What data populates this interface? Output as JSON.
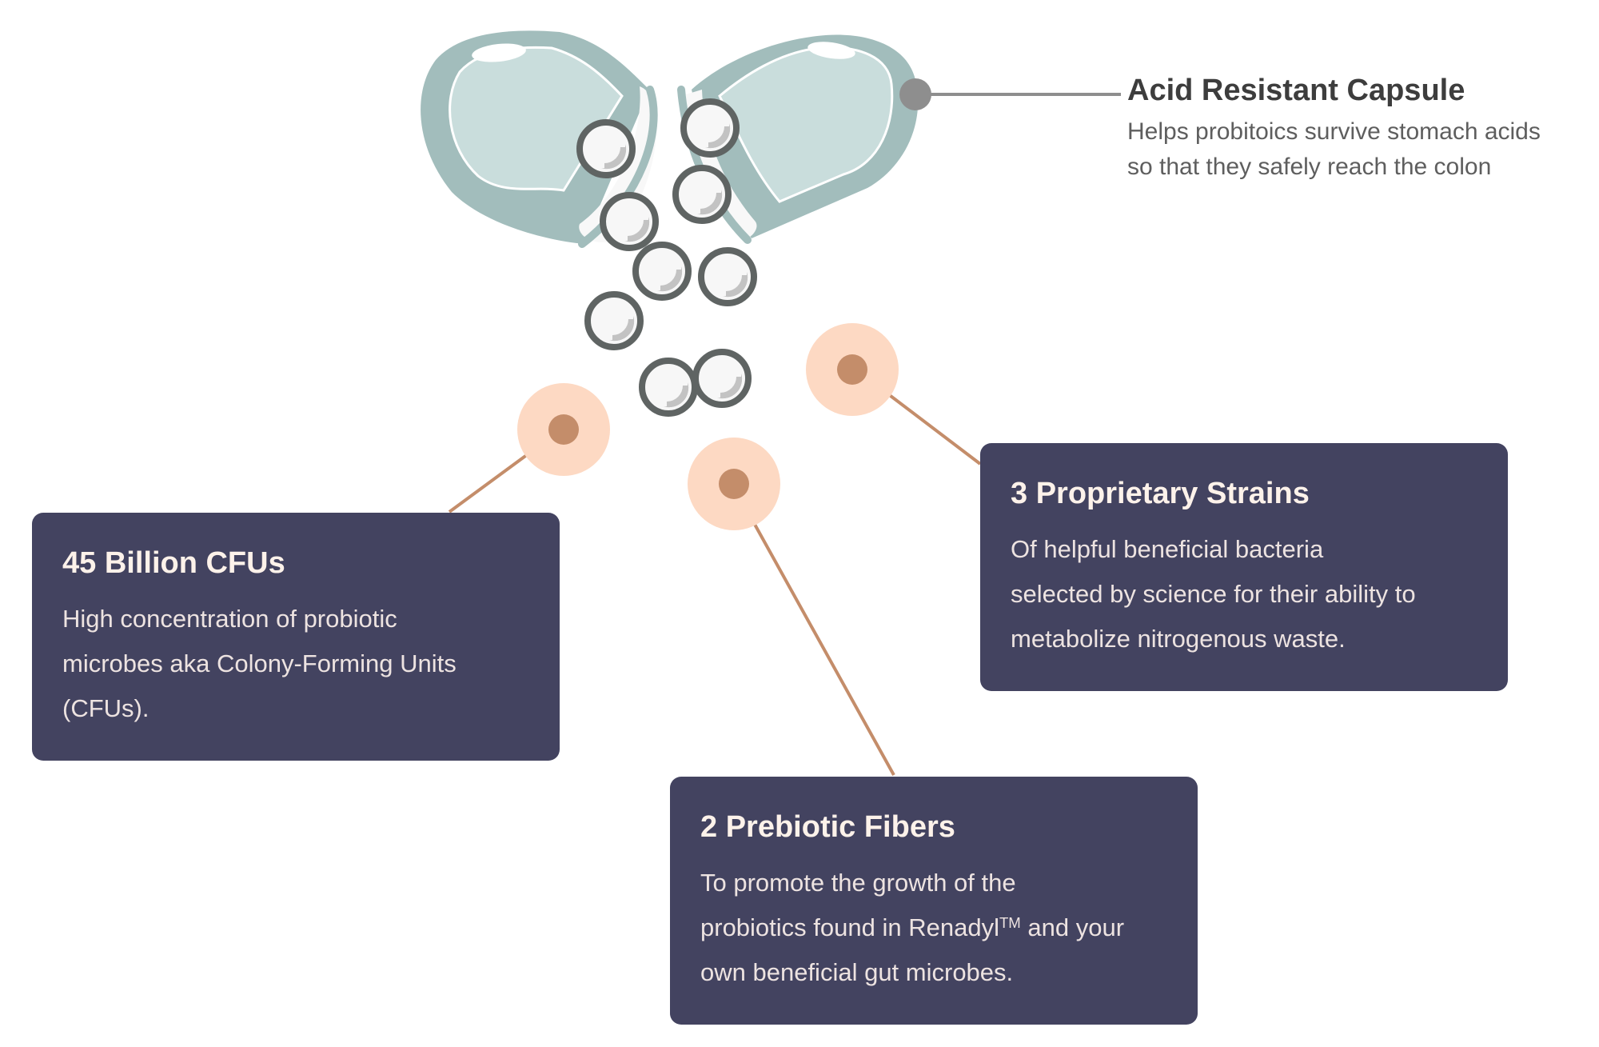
{
  "colors": {
    "card_bg": "#434360",
    "connector": "#c48d6a",
    "dot_ring": "#fdd9c3",
    "dot_core": "#c48d6a",
    "capsule": "#a2bdbc",
    "bead_ring": "#5f6463"
  },
  "capsule_label": {
    "title": "Acid Resistant Capsule",
    "desc_line1": "Helps probitoics survive stomach acids",
    "desc_line2": "so that they safely reach the colon"
  },
  "cards": {
    "cfus": {
      "title": "45 Billion CFUs",
      "desc_line1": "High concentration of probiotic",
      "desc_line2": "microbes aka Colony-Forming Units",
      "desc_line3": "(CFUs)."
    },
    "strains": {
      "title": "3 Proprietary Strains",
      "desc_line1": "Of helpful beneficial bacteria",
      "desc_line2": "selected by science for their ability to",
      "desc_line3": "metabolize nitrogenous waste."
    },
    "fibers": {
      "title": "2 Prebiotic Fibers",
      "desc_line1": "To promote the growth of the",
      "desc_line2a": "probiotics found in Renadyl",
      "desc_line2_tm": "TM",
      "desc_line2b": " and your",
      "desc_line3": "own beneficial gut microbes."
    }
  }
}
